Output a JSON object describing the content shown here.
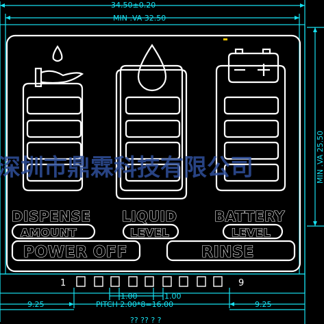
{
  "dimensions": {
    "overall_width": "34.50±0.20",
    "viewing_area_width": "MIN .VA 32.50",
    "viewing_area_height": "MIN .VA 25.50",
    "left_margin": "9.25",
    "right_margin": "9.25",
    "pin_width": "1.00",
    "pin_gap": "1.00",
    "pitch": "PITCH 2.00*8=16.00",
    "pin_first": "1",
    "pin_last": "9",
    "bottom_cut_text": "?? ?? ? ?"
  },
  "indicators": [
    {
      "title": "DISPENSE",
      "subtitle": "AMOUNT",
      "icon": "hand-drop-icon"
    },
    {
      "title": "LIQUID",
      "subtitle": "LEVEL",
      "icon": "large-drop-icon"
    },
    {
      "title": "BATTERY",
      "subtitle": "LEVEL",
      "icon": "battery-icon"
    }
  ],
  "bar_levels_per_indicator": 4,
  "buttons": {
    "power_off": "POWER OFF",
    "rinse": "RINSE"
  },
  "watermark": "深圳市鼎霖科技有限公司",
  "colors": {
    "background": "#000000",
    "dimension_lines": "#17e0f0",
    "segments": "#ffffff",
    "watermark": "#2f4f9a",
    "marker": "#f5c400"
  }
}
